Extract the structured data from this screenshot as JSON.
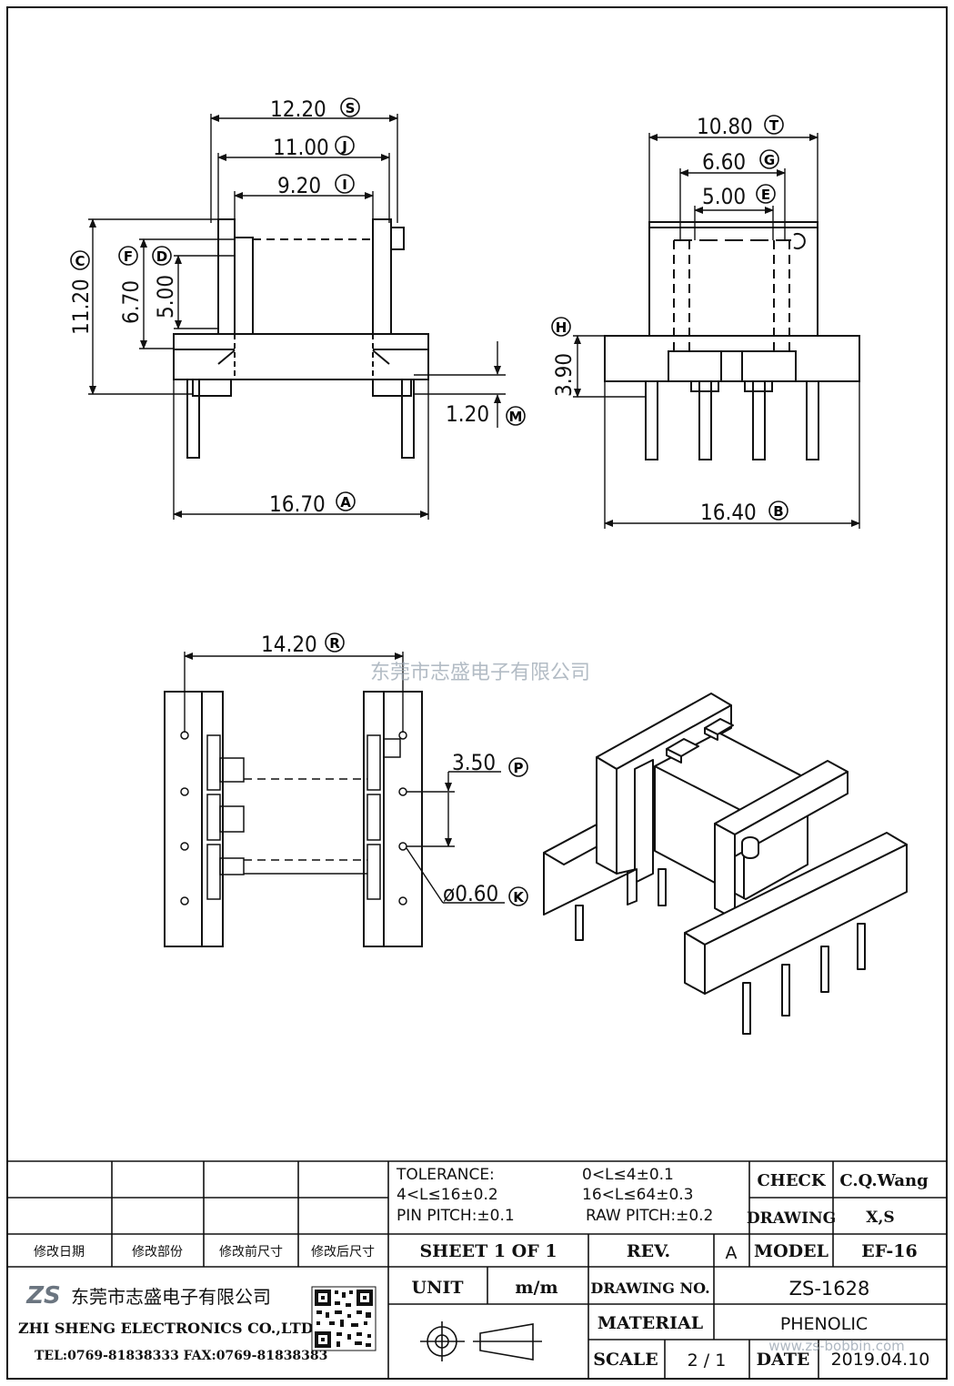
{
  "watermark": "东莞市志盛电子有限公司",
  "watermark_url": "www.zs-bobbin.com",
  "dimensions": {
    "S": {
      "value": "12.20",
      "tag": "S"
    },
    "J": {
      "value": "11.00",
      "tag": "J"
    },
    "I": {
      "value": "9.20",
      "tag": "I"
    },
    "C": {
      "value": "11.20",
      "tag": "C"
    },
    "F": {
      "value": "6.70",
      "tag": "F"
    },
    "D": {
      "value": "5.00",
      "tag": "D"
    },
    "A": {
      "value": "16.70",
      "tag": "A"
    },
    "M": {
      "value": "1.20",
      "tag": "M"
    },
    "T": {
      "value": "10.80",
      "tag": "T"
    },
    "G": {
      "value": "6.60",
      "tag": "G"
    },
    "E": {
      "value": "5.00",
      "tag": "E"
    },
    "H": {
      "value": "3.90",
      "tag": "H"
    },
    "B": {
      "value": "16.40",
      "tag": "B"
    },
    "R": {
      "value": "14.20",
      "tag": "R"
    },
    "P": {
      "value": "3.50",
      "tag": "P"
    },
    "K": {
      "value": "ø0.60",
      "tag": "K"
    }
  },
  "title_block": {
    "tolerance_label": "TOLERANCE:",
    "tol1": "0<L≤4±0.1",
    "tol2": "4<L≤16±0.2",
    "tol3": "16<L≤64±0.3",
    "pin_pitch": "PIN PITCH:±0.1",
    "raw_pitch": "RAW PITCH:±0.2",
    "check_label": "CHECK",
    "check_value": "C.Q.Wang",
    "drawing_label": "DRAWING",
    "drawing_value": "X,S",
    "rev_headers": [
      "修改日期",
      "修改部份",
      "修改前尺寸",
      "修改后尺寸"
    ],
    "sheet": "SHEET 1 OF 1",
    "rev_label": "REV.",
    "rev_value": "A",
    "model_label": "MODEL",
    "model_value": "EF-16",
    "unit_label": "UNIT",
    "unit_value": "m/m",
    "drawing_no_label": "DRAWING NO.",
    "drawing_no_value": "ZS-1628",
    "material_label": "MATERIAL",
    "material_value": "PHENOLIC",
    "scale_label": "SCALE",
    "scale_value": "2 / 1",
    "date_label": "DATE",
    "date_value": "2019.04.10",
    "company_logo": "ZS",
    "company_cn": "东莞市志盛电子有限公司",
    "company_en": "ZHI SHENG ELECTRONICS CO.,LTD",
    "company_contact": "TEL:0769-81838333 FAX:0769-81838383"
  }
}
